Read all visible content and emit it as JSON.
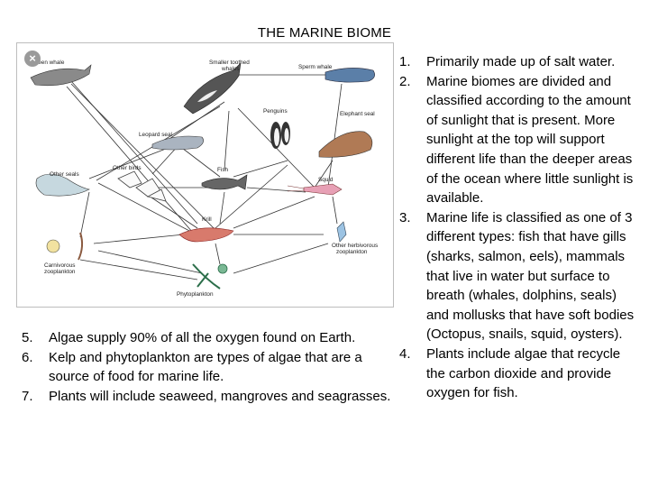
{
  "title": "THE MARINE BIOME",
  "figure": {
    "close_icon": "×",
    "labels": {
      "baleen_whale": "Baleen whale",
      "smaller_toothed_whales_1": "Smaller toothed",
      "smaller_toothed_whales_2": "whales",
      "sperm_whale": "Sperm whale",
      "penguins": "Penguins",
      "elephant_seal": "Elephant seal",
      "leopard_seal": "Leopard seal",
      "other_birds": "Other birds",
      "other_seals": "Other seals",
      "fish": "Fish",
      "squid": "Squid",
      "krill": "Krill",
      "carnivorous_zooplankton_1": "Carnivorous",
      "carnivorous_zooplankton_2": "zooplankton",
      "other_herbivorous_zooplankton_1": "Other herbivorous",
      "other_herbivorous_zooplankton_2": "zooplankton",
      "phytoplankton": "Phytoplankton"
    }
  },
  "right_list": [
    {
      "num": "1.",
      "text": "Primarily made up of salt water."
    },
    {
      "num": "2.",
      "text": "Marine biomes are divided and classified according to the amount of sunlight that is present.  More sunlight at the top will support different life than the deeper areas of the ocean where little sunlight is available."
    },
    {
      "num": "3.",
      "text": "Marine life is classified as one of 3 different types: fish that have gills (sharks, salmon, eels), mammals that live in water but surface to breath (whales, dolphins, seals) and mollusks that have soft bodies (Octopus, snails, squid, oysters)."
    },
    {
      "num": "4.",
      "text": "Plants include algae that recycle the carbon dioxide and provide oxygen for fish."
    }
  ],
  "left_list": [
    {
      "num": "5.",
      "text": "Algae supply 90% of all the oxygen found on Earth."
    },
    {
      "num": "6.",
      "text": "Kelp and phytoplankton are types of algae that are a source of food for marine life."
    },
    {
      "num": "7.",
      "text": "Plants will include seaweed, mangroves and seagrasses."
    }
  ]
}
